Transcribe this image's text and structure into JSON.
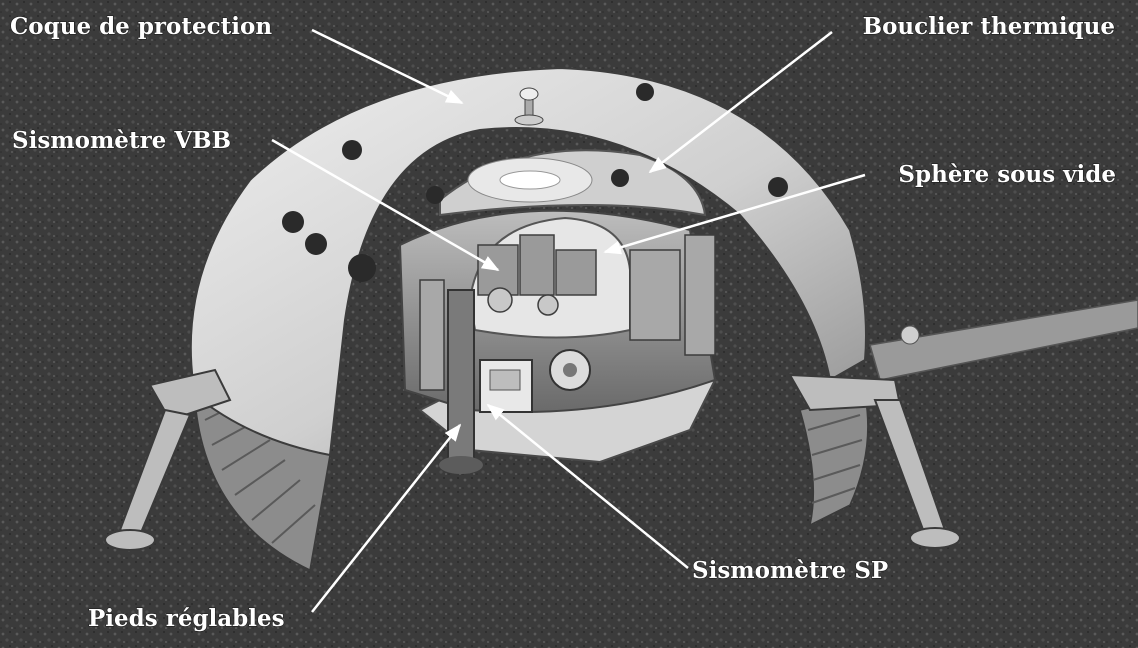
{
  "labels": {
    "coque": "Coque de protection",
    "bouclier": "Bouclier thermique",
    "vbb": "Sismomètre VBB",
    "sphere": "Sphère sous vide",
    "sp": "Sismomètre SP",
    "pieds": "Pieds réglables"
  },
  "colors": {
    "ground": "#3a3a3a",
    "shell": "#d9d9d9",
    "label": "#ffffff"
  }
}
